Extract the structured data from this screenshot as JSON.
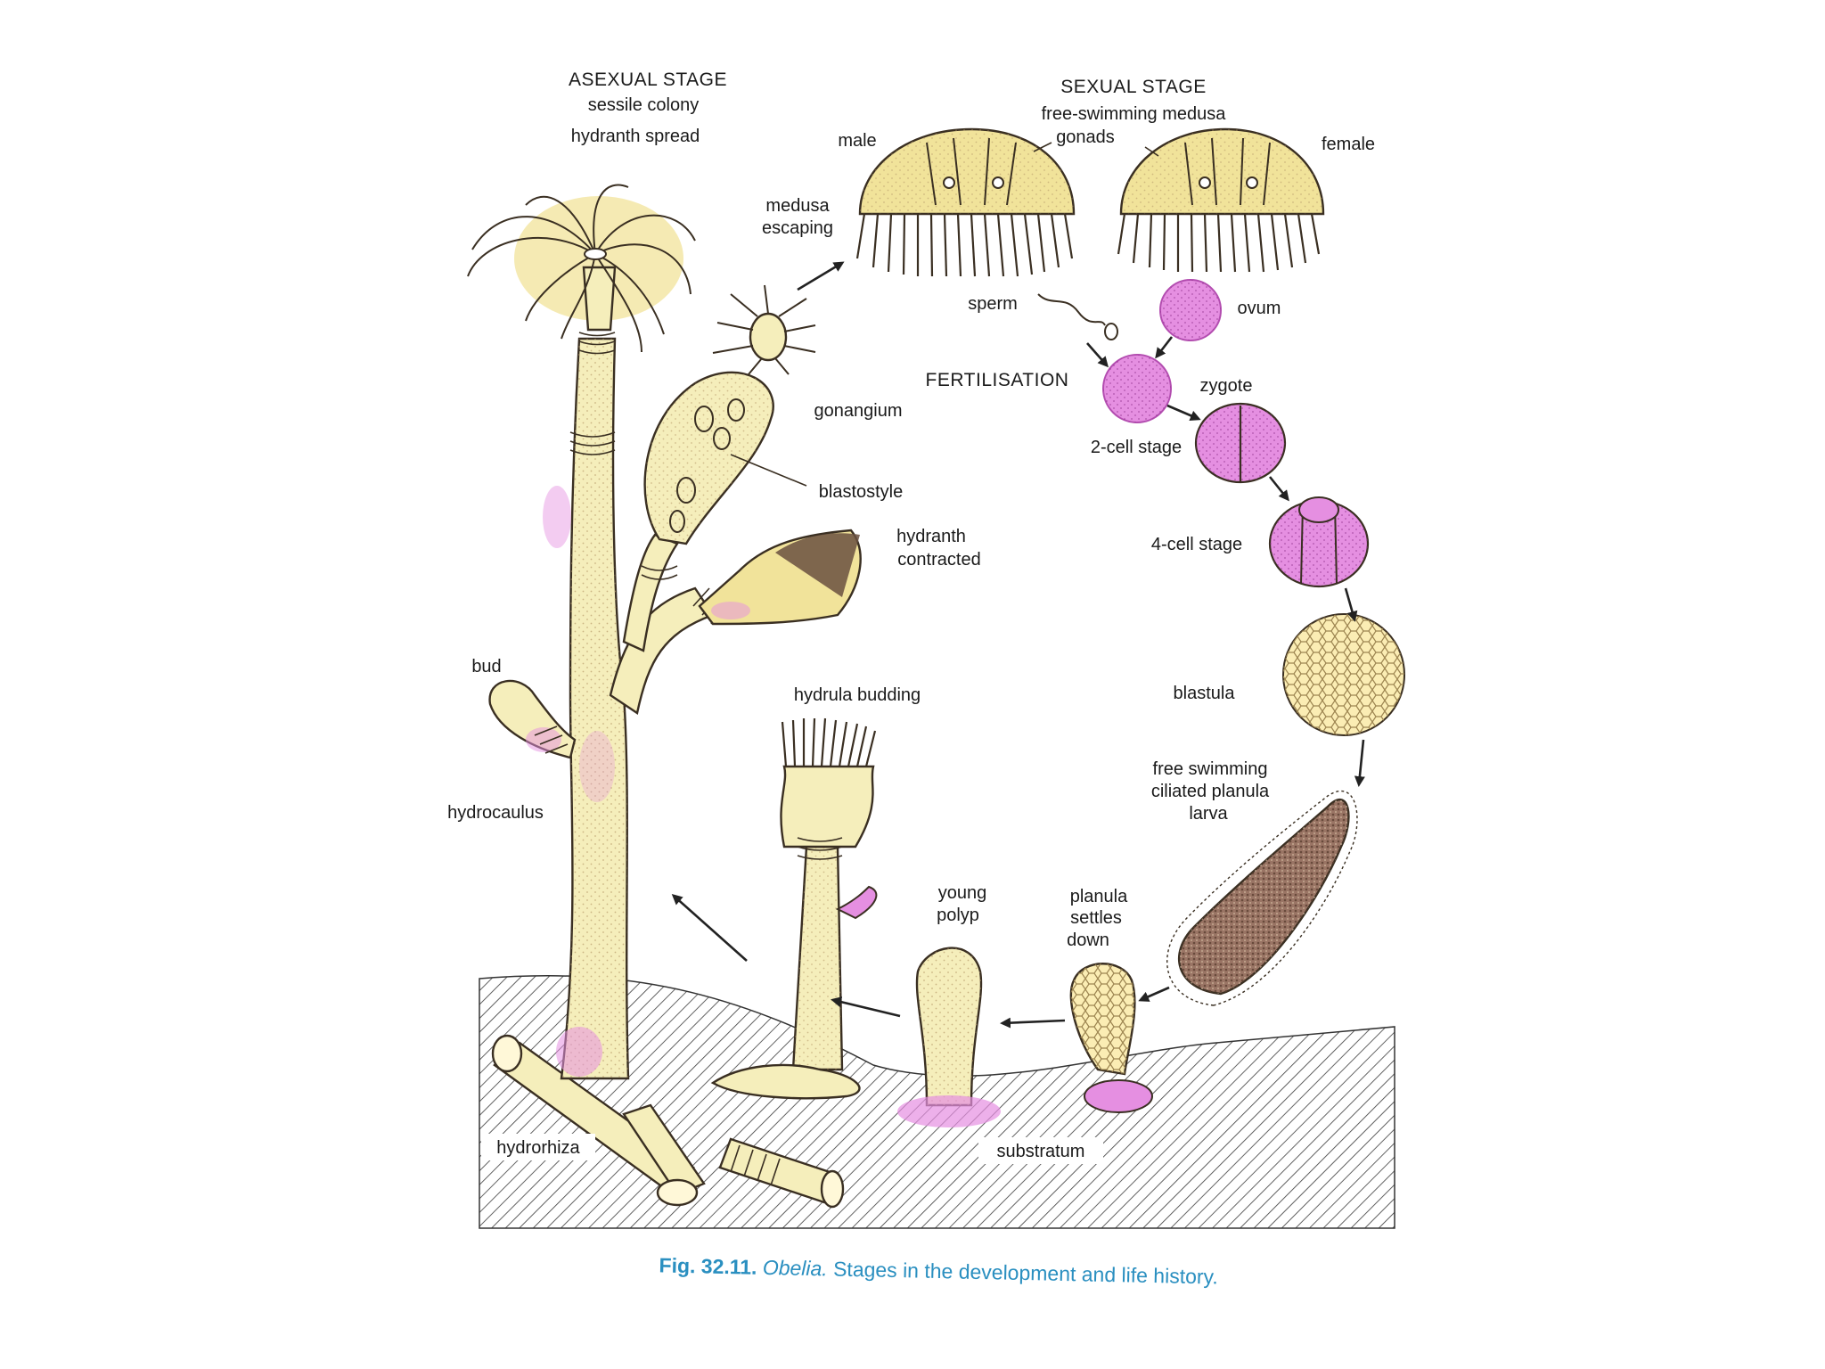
{
  "colors": {
    "body_yellow": "#f5eebb",
    "spread_yellow": "#f1e39a",
    "pink": "#e58fe1",
    "pink_dark": "#b34db0",
    "blastula": "#fbedb4",
    "planula": "#9a7565",
    "caption": "#2a8fc0"
  },
  "icons": [
    "arrow-icon"
  ],
  "labels": {
    "asexual_stage": "ASEXUAL STAGE",
    "sessile_colony": "sessile colony",
    "hydranth_spread": "hydranth spread",
    "sexual_stage": "SEXUAL STAGE",
    "free_swimming_medusa": "free-swimming medusa",
    "gonads": "gonads",
    "male": "male",
    "female": "female",
    "medusa_escaping_1": "medusa",
    "medusa_escaping_2": "escaping",
    "sperm": "sperm",
    "ovum": "ovum",
    "fertilisation": "FERTILISATION",
    "zygote": "zygote",
    "two_cell": "2-cell stage",
    "four_cell": "4-cell  stage",
    "gonangium": "gonangium",
    "blastostyle": "blastostyle",
    "hydranth_contracted_1": "hydranth",
    "hydranth_contracted_2": "contracted",
    "bud": "bud",
    "hydrula_budding": "hydrula budding",
    "blastula": "blastula",
    "planula_1": "free swimming",
    "planula_2": "ciliated planula",
    "planula_3": "larva",
    "hydrocaulus": "hydrocaulus",
    "young_polyp_1": "young",
    "young_polyp_2": "polyp",
    "settles_1": "planula",
    "settles_2": "settles",
    "settles_3": "down",
    "hydrorhiza": "hydrorhiza",
    "substratum": "substratum"
  },
  "caption": {
    "fig": "Fig. 32.11.",
    "genus": "Obelia.",
    "text": "Stages in the development and life history."
  }
}
